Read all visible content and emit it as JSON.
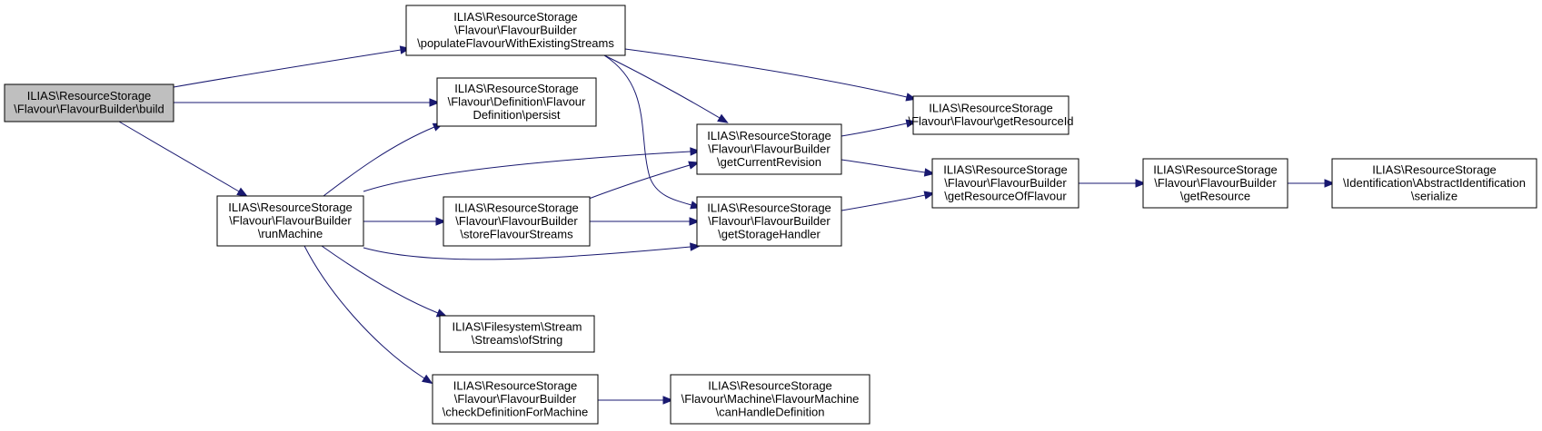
{
  "graph": {
    "kind": "call-graph",
    "colors": {
      "edge": "#191970",
      "node_border": "#000000",
      "root_fill": "#bfbfbf",
      "node_fill": "#ffffff"
    },
    "nodes": [
      {
        "id": "build",
        "lines": [
          "ILIAS\\ResourceStorage",
          "\\Flavour\\FlavourBuilder\\build"
        ],
        "root": true
      },
      {
        "id": "populate",
        "lines": [
          "ILIAS\\ResourceStorage",
          "\\Flavour\\FlavourBuilder",
          "\\populateFlavourWithExistingStreams"
        ]
      },
      {
        "id": "persist",
        "lines": [
          "ILIAS\\ResourceStorage",
          "\\Flavour\\Definition\\Flavour",
          "Definition\\persist"
        ]
      },
      {
        "id": "runMachine",
        "lines": [
          "ILIAS\\ResourceStorage",
          "\\Flavour\\FlavourBuilder",
          "\\runMachine"
        ]
      },
      {
        "id": "getResourceId",
        "lines": [
          "ILIAS\\ResourceStorage",
          "\\Flavour\\Flavour\\getResourceId"
        ]
      },
      {
        "id": "getCurrentRevision",
        "lines": [
          "ILIAS\\ResourceStorage",
          "\\Flavour\\FlavourBuilder",
          "\\getCurrentRevision"
        ]
      },
      {
        "id": "storeFlavourStreams",
        "lines": [
          "ILIAS\\ResourceStorage",
          "\\Flavour\\FlavourBuilder",
          "\\storeFlavourStreams"
        ]
      },
      {
        "id": "getStorageHandler",
        "lines": [
          "ILIAS\\ResourceStorage",
          "\\Flavour\\FlavourBuilder",
          "\\getStorageHandler"
        ]
      },
      {
        "id": "getResourceOfFlavour",
        "lines": [
          "ILIAS\\ResourceStorage",
          "\\Flavour\\FlavourBuilder",
          "\\getResourceOfFlavour"
        ]
      },
      {
        "id": "getResource",
        "lines": [
          "ILIAS\\ResourceStorage",
          "\\Flavour\\FlavourBuilder",
          "\\getResource"
        ]
      },
      {
        "id": "serialize",
        "lines": [
          "ILIAS\\ResourceStorage",
          "\\Identification\\AbstractIdentification",
          "\\serialize"
        ]
      },
      {
        "id": "ofString",
        "lines": [
          "ILIAS\\Filesystem\\Stream",
          "\\Streams\\ofString"
        ]
      },
      {
        "id": "checkDefinition",
        "lines": [
          "ILIAS\\ResourceStorage",
          "\\Flavour\\FlavourBuilder",
          "\\checkDefinitionForMachine"
        ]
      },
      {
        "id": "canHandle",
        "lines": [
          "ILIAS\\ResourceStorage",
          "\\Flavour\\Machine\\FlavourMachine",
          "\\canHandleDefinition"
        ]
      }
    ],
    "edges": [
      {
        "from": "build",
        "to": "populate"
      },
      {
        "from": "build",
        "to": "persist"
      },
      {
        "from": "build",
        "to": "runMachine"
      },
      {
        "from": "populate",
        "to": "getResourceId"
      },
      {
        "from": "populate",
        "to": "getCurrentRevision"
      },
      {
        "from": "populate",
        "to": "getStorageHandler"
      },
      {
        "from": "runMachine",
        "to": "persist"
      },
      {
        "from": "runMachine",
        "to": "getCurrentRevision"
      },
      {
        "from": "runMachine",
        "to": "storeFlavourStreams"
      },
      {
        "from": "runMachine",
        "to": "getStorageHandler"
      },
      {
        "from": "runMachine",
        "to": "ofString"
      },
      {
        "from": "runMachine",
        "to": "checkDefinition"
      },
      {
        "from": "getCurrentRevision",
        "to": "getResourceId"
      },
      {
        "from": "getCurrentRevision",
        "to": "getResourceOfFlavour"
      },
      {
        "from": "storeFlavourStreams",
        "to": "getCurrentRevision"
      },
      {
        "from": "storeFlavourStreams",
        "to": "getStorageHandler"
      },
      {
        "from": "getStorageHandler",
        "to": "getResourceOfFlavour"
      },
      {
        "from": "getResourceOfFlavour",
        "to": "getResource"
      },
      {
        "from": "getResource",
        "to": "serialize"
      },
      {
        "from": "checkDefinition",
        "to": "canHandle"
      }
    ]
  }
}
